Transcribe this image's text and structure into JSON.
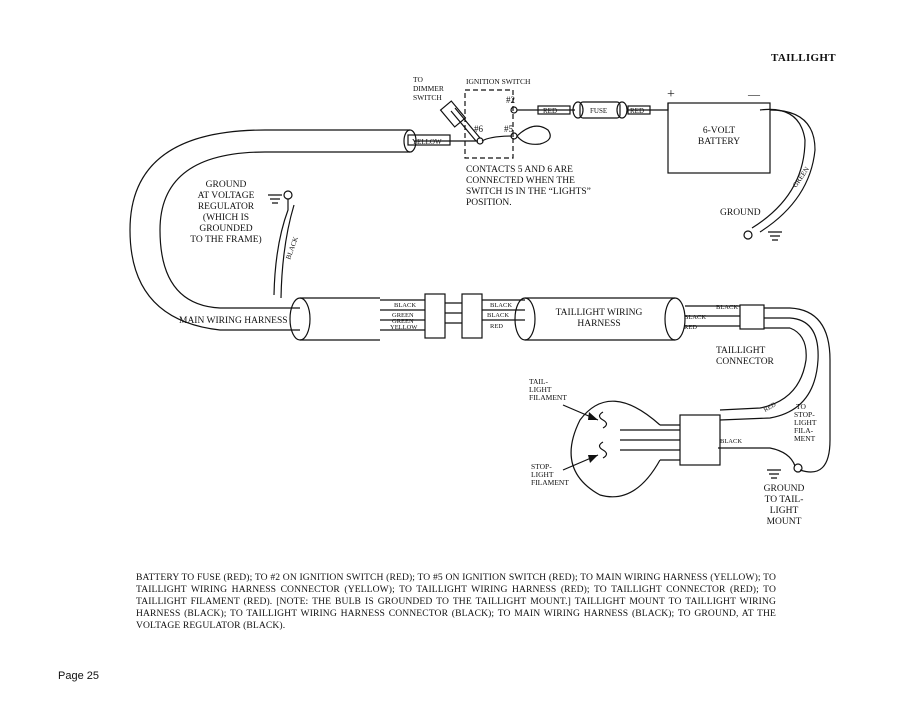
{
  "title": "TAILLIGHT",
  "labels": {
    "to_dimmer_switch": [
      "TO",
      "DIMMER",
      "SWITCH"
    ],
    "ignition_switch": "IGNITION SWITCH",
    "contact_2": "#2",
    "contact_5": "#5",
    "contact_6": "#6",
    "contacts_note": [
      "CONTACTS 5 AND 6 ARE",
      "CONNECTED WHEN THE",
      "SWITCH IS IN THE “LIGHTS”",
      "POSITION."
    ],
    "fuse": "FUSE",
    "plus": "+",
    "minus": "—",
    "battery": [
      "6-VOLT",
      "BATTERY"
    ],
    "ground": "GROUND",
    "ground_regulator": [
      "GROUND",
      "AT VOLTAGE",
      "REGULATOR",
      "(WHICH IS",
      "GROUNDED",
      "TO THE FRAME)"
    ],
    "main_wiring_harness": "MAIN WIRING HARNESS",
    "taillight_wiring_harness": [
      "TAILLIGHT WIRING",
      "HARNESS"
    ],
    "taillight_connector": [
      "TAILLIGHT",
      "CONNECTOR"
    ],
    "tail_light_filament": [
      "TAIL-",
      "LIGHT",
      "FILAMENT"
    ],
    "stop_light_filament": [
      "STOP-",
      "LIGHT",
      "FILAMENT"
    ],
    "to_stop_light_filament": [
      "TO",
      "STOP-",
      "LIGHT",
      "FILA-",
      "MENT"
    ],
    "ground_tail_light_mount": [
      "GROUND",
      "TO TAIL-",
      "LIGHT",
      "MOUNT"
    ]
  },
  "wires": {
    "red": "RED",
    "yellow": "YELLOW",
    "black": "BLACK",
    "green": "GREEN"
  },
  "caption": "BATTERY TO FUSE (RED); TO #2 ON IGNITION SWITCH (RED); TO #5 ON IGNITION SWITCH (RED); TO MAIN WIRING HARNESS (YELLOW); TO TAILLIGHT WIRING HARNESS CONNECTOR (YELLOW); TO TAILLIGHT WIRING HARNESS (RED); TO TAILLIGHT CONNECTOR (RED); TO TAILLIGHT FILAMENT (RED). [NOTE: THE BULB IS GROUNDED TO THE TAILLIGHT MOUNT.] TAILLIGHT MOUNT TO TAILLIGHT WIRING HARNESS (BLACK); TO TAILLIGHT WIRING HARNESS CONNECTOR (BLACK); TO MAIN WIRING HARNESS (BLACK); TO GROUND, AT THE VOLTAGE REGULATOR (BLACK).",
  "page_label": "Page 25"
}
